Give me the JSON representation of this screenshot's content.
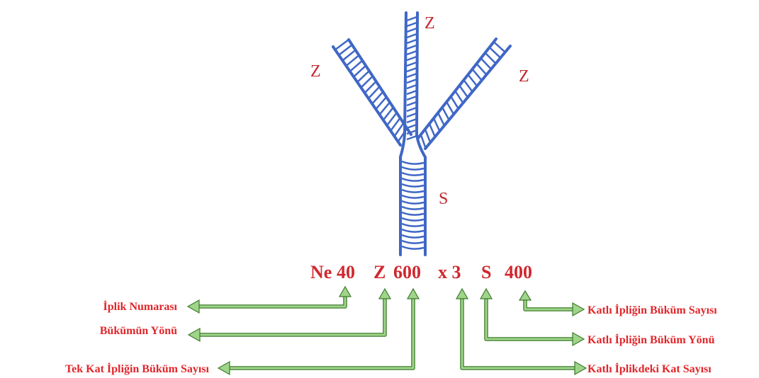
{
  "twist_labels": {
    "left_strand": "Z",
    "center_strand": "Z",
    "right_strand": "Z",
    "plied_yarn": "S"
  },
  "yarn_code": {
    "count_prefix": "Ne",
    "count": "40",
    "single_twist_direction": "Z",
    "single_twist_count": "600",
    "ply_count": "x 3",
    "ply_twist_direction": "S",
    "ply_twist_count": "400"
  },
  "annotations": {
    "yarn_count": "İplik Numarası",
    "twist_direction": "Bükümün Yönü",
    "single_twist_count": "Tek Kat İpliğin Büküm Sayısı",
    "ply_count": "Katlı İplikdeki Kat Sayısı",
    "ply_twist_direction": "Katlı İpliğin Büküm Yönü",
    "ply_twist_count": "Katlı İpliğin Büküm Sayısı"
  },
  "colors": {
    "yarn": "#3f67c6",
    "text_red": "#d0282e",
    "arrow_fill": "#9fd58a",
    "arrow_border": "#3e7b2b"
  }
}
